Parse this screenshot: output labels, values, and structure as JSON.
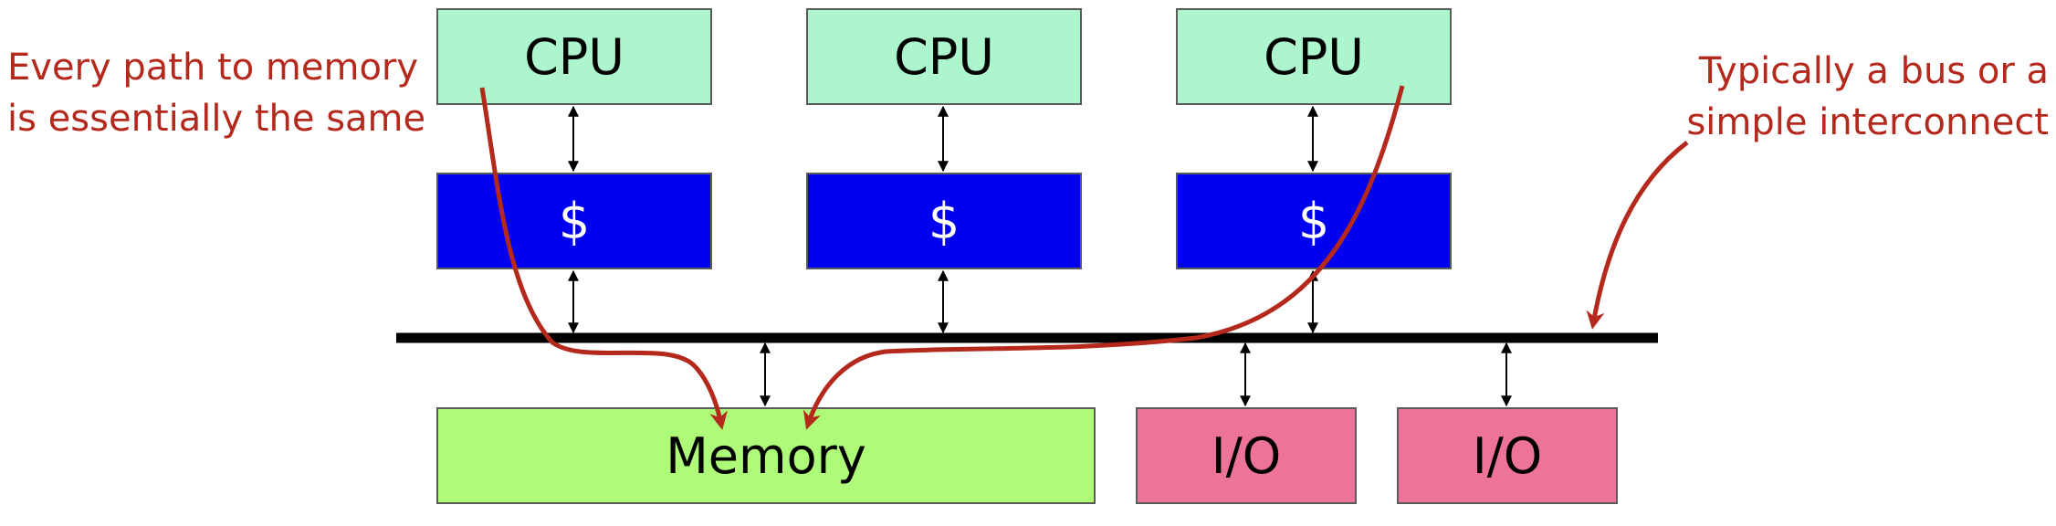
{
  "diagram": {
    "cpus": [
      {
        "label": "CPU"
      },
      {
        "label": "CPU"
      },
      {
        "label": "CPU"
      }
    ],
    "caches": [
      {
        "label": "$"
      },
      {
        "label": "$"
      },
      {
        "label": "$"
      }
    ],
    "memory": {
      "label": "Memory"
    },
    "io_devices": [
      {
        "label": "I/O"
      },
      {
        "label": "I/O"
      }
    ],
    "annotations": {
      "left_line1": "Every path to memory",
      "left_line2": "is essentially the same",
      "right_line1": "Typically a bus or a",
      "right_line2": "simple interconnect"
    },
    "colors": {
      "cpu": "#adf6cd",
      "cache": "#0000f0",
      "memory": "#aefb79",
      "io": "#ee7398",
      "bus": "#000000",
      "annotation": "#b5281c"
    }
  }
}
